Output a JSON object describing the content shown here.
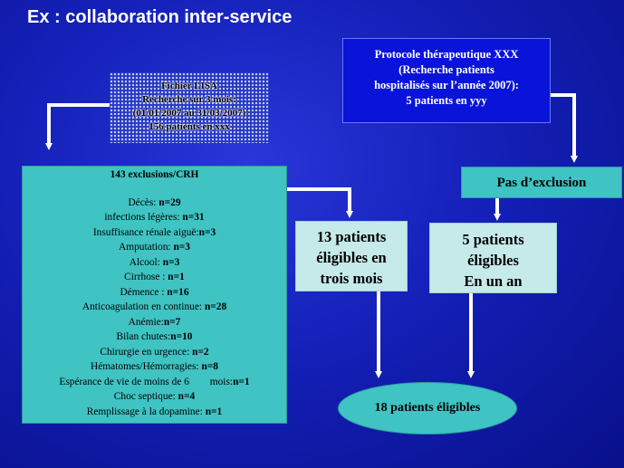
{
  "title": "Ex : collaboration inter-service",
  "fichier": {
    "lines": [
      "Fichier LISA",
      "Recherche sur 3 mois:",
      "(01/01/2007 au 31/03/2007)",
      "156 patients en xxx"
    ]
  },
  "protocole": {
    "lines": [
      "Protocole thérapeutique XXX",
      "(Recherche patients",
      "hospitalisés sur l’année 2007):",
      "5 patients en yyy"
    ]
  },
  "exclusions": {
    "header": "143 exclusions/CRH",
    "items": [
      {
        "label": "Décès:",
        "count": "n=29"
      },
      {
        "label": "infections légères:",
        "count": "n=31"
      },
      {
        "label": "Insuffisance rénale aiguë:",
        "count": "n=3"
      },
      {
        "label": "Amputation:",
        "count": "n=3"
      },
      {
        "label": "Alcool:",
        "count": "n=3"
      },
      {
        "label": "Cirrhose :",
        "count": "n=1"
      },
      {
        "label": "Démence :",
        "count": "n=16"
      },
      {
        "label": "Anticoagulation en continue:",
        "count": "n=28"
      },
      {
        "label": "Anémie:",
        "count": "n=7"
      },
      {
        "label": "Bilan chutes:",
        "count": "n=10"
      },
      {
        "label": "Chirurgie en urgence:",
        "count": "n=2"
      },
      {
        "label": "Hématomes/Hémorragies:",
        "count": "n=8"
      },
      {
        "label": "Espérance de vie de moins de 6        mois:",
        "count": "n=1"
      },
      {
        "label": "Choc septique:",
        "count": "n=4"
      },
      {
        "label": "Remplissage à la dopamine:",
        "count": "n=1"
      }
    ]
  },
  "pas_exclusion": "Pas d’exclusion",
  "eligible_3mois": [
    "13 patients",
    "éligibles en",
    "trois mois"
  ],
  "eligible_1an": [
    "5 patients",
    "éligibles",
    "En un an"
  ],
  "total": "18 patients éligibles",
  "colors": {
    "background": "#1420b8",
    "teal": "#3fc3c3",
    "light_teal": "#c6e9e9",
    "protocol_blue": "#0a14d8",
    "arrow": "#ffffff"
  }
}
